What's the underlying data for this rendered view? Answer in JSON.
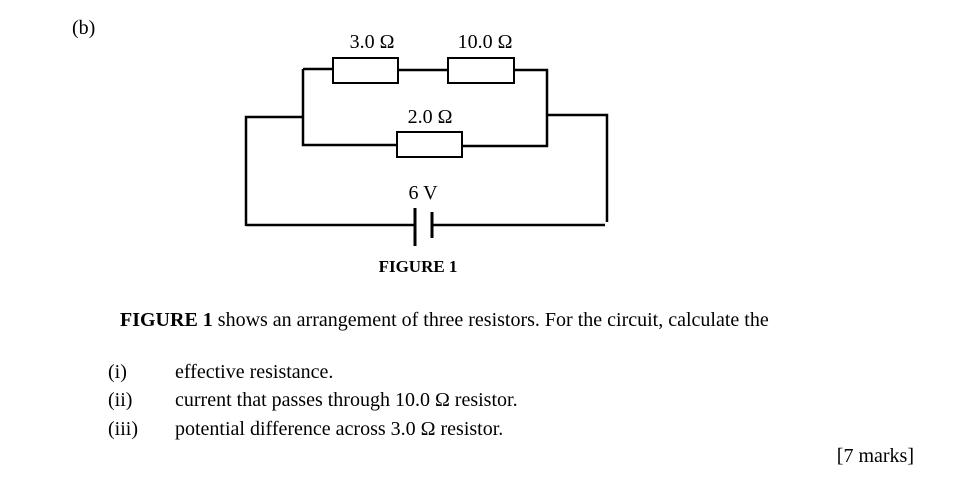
{
  "part_label": "(b)",
  "figure": {
    "r1": "3.0 Ω",
    "r2": "10.0 Ω",
    "r3": "2.0 Ω",
    "battery": "6 V",
    "caption": "FIGURE 1"
  },
  "question": {
    "lead_bold": "FIGURE 1",
    "lead_rest": " shows an arrangement of three resistors. For the circuit, calculate the",
    "items": [
      {
        "num": "(i)",
        "text": "effective resistance."
      },
      {
        "num": "(ii)",
        "text": "current that passes through 10.0 Ω resistor."
      },
      {
        "num": "(iii)",
        "text": "potential difference across 3.0 Ω resistor."
      }
    ],
    "marks": "[7 marks]"
  }
}
